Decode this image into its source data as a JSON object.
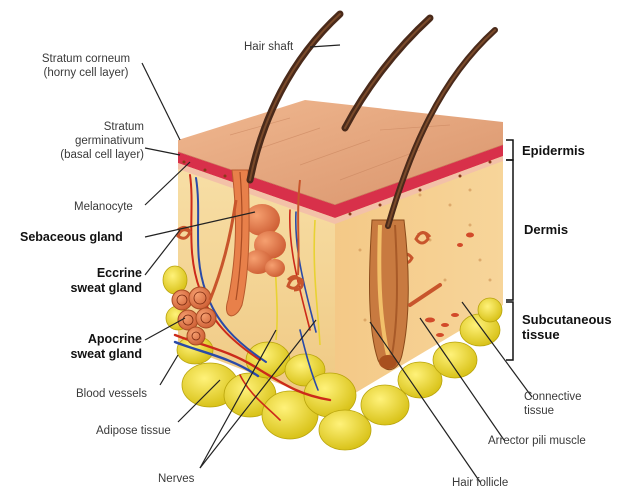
{
  "labels": {
    "hair_shaft": "Hair shaft",
    "stratum_corneum_1": "Stratum corneum",
    "stratum_corneum_2": "(horny cell layer)",
    "stratum_germ_1": "Stratum",
    "stratum_germ_2": "germinativum",
    "stratum_germ_3": "(basal cell layer)",
    "melanocyte": "Melanocyte",
    "sebaceous": "Sebaceous gland",
    "eccrine_1": "Eccrine",
    "eccrine_2": "sweat gland",
    "apocrine_1": "Apocrine",
    "apocrine_2": "sweat gland",
    "blood_vessels": "Blood vessels",
    "adipose": "Adipose tissue",
    "nerves": "Nerves",
    "hair_follicle": "Hair follicle",
    "arrector": "Arrector pili muscle",
    "connective_1": "Connective",
    "connective_2": "tissue"
  },
  "layers": {
    "epidermis": "Epidermis",
    "dermis": "Dermis",
    "subcutaneous_1": "Subcutaneous",
    "subcutaneous_2": "tissue"
  },
  "colors": {
    "epidermis_top": "#e6a884",
    "dermis": "#f6d9a0",
    "basal_red": "#d8304a",
    "fat": "#f4e23a",
    "hair": "#4a2a1a",
    "vessel_red": "#cc2a1a",
    "vessel_blue": "#2a4aa8"
  }
}
